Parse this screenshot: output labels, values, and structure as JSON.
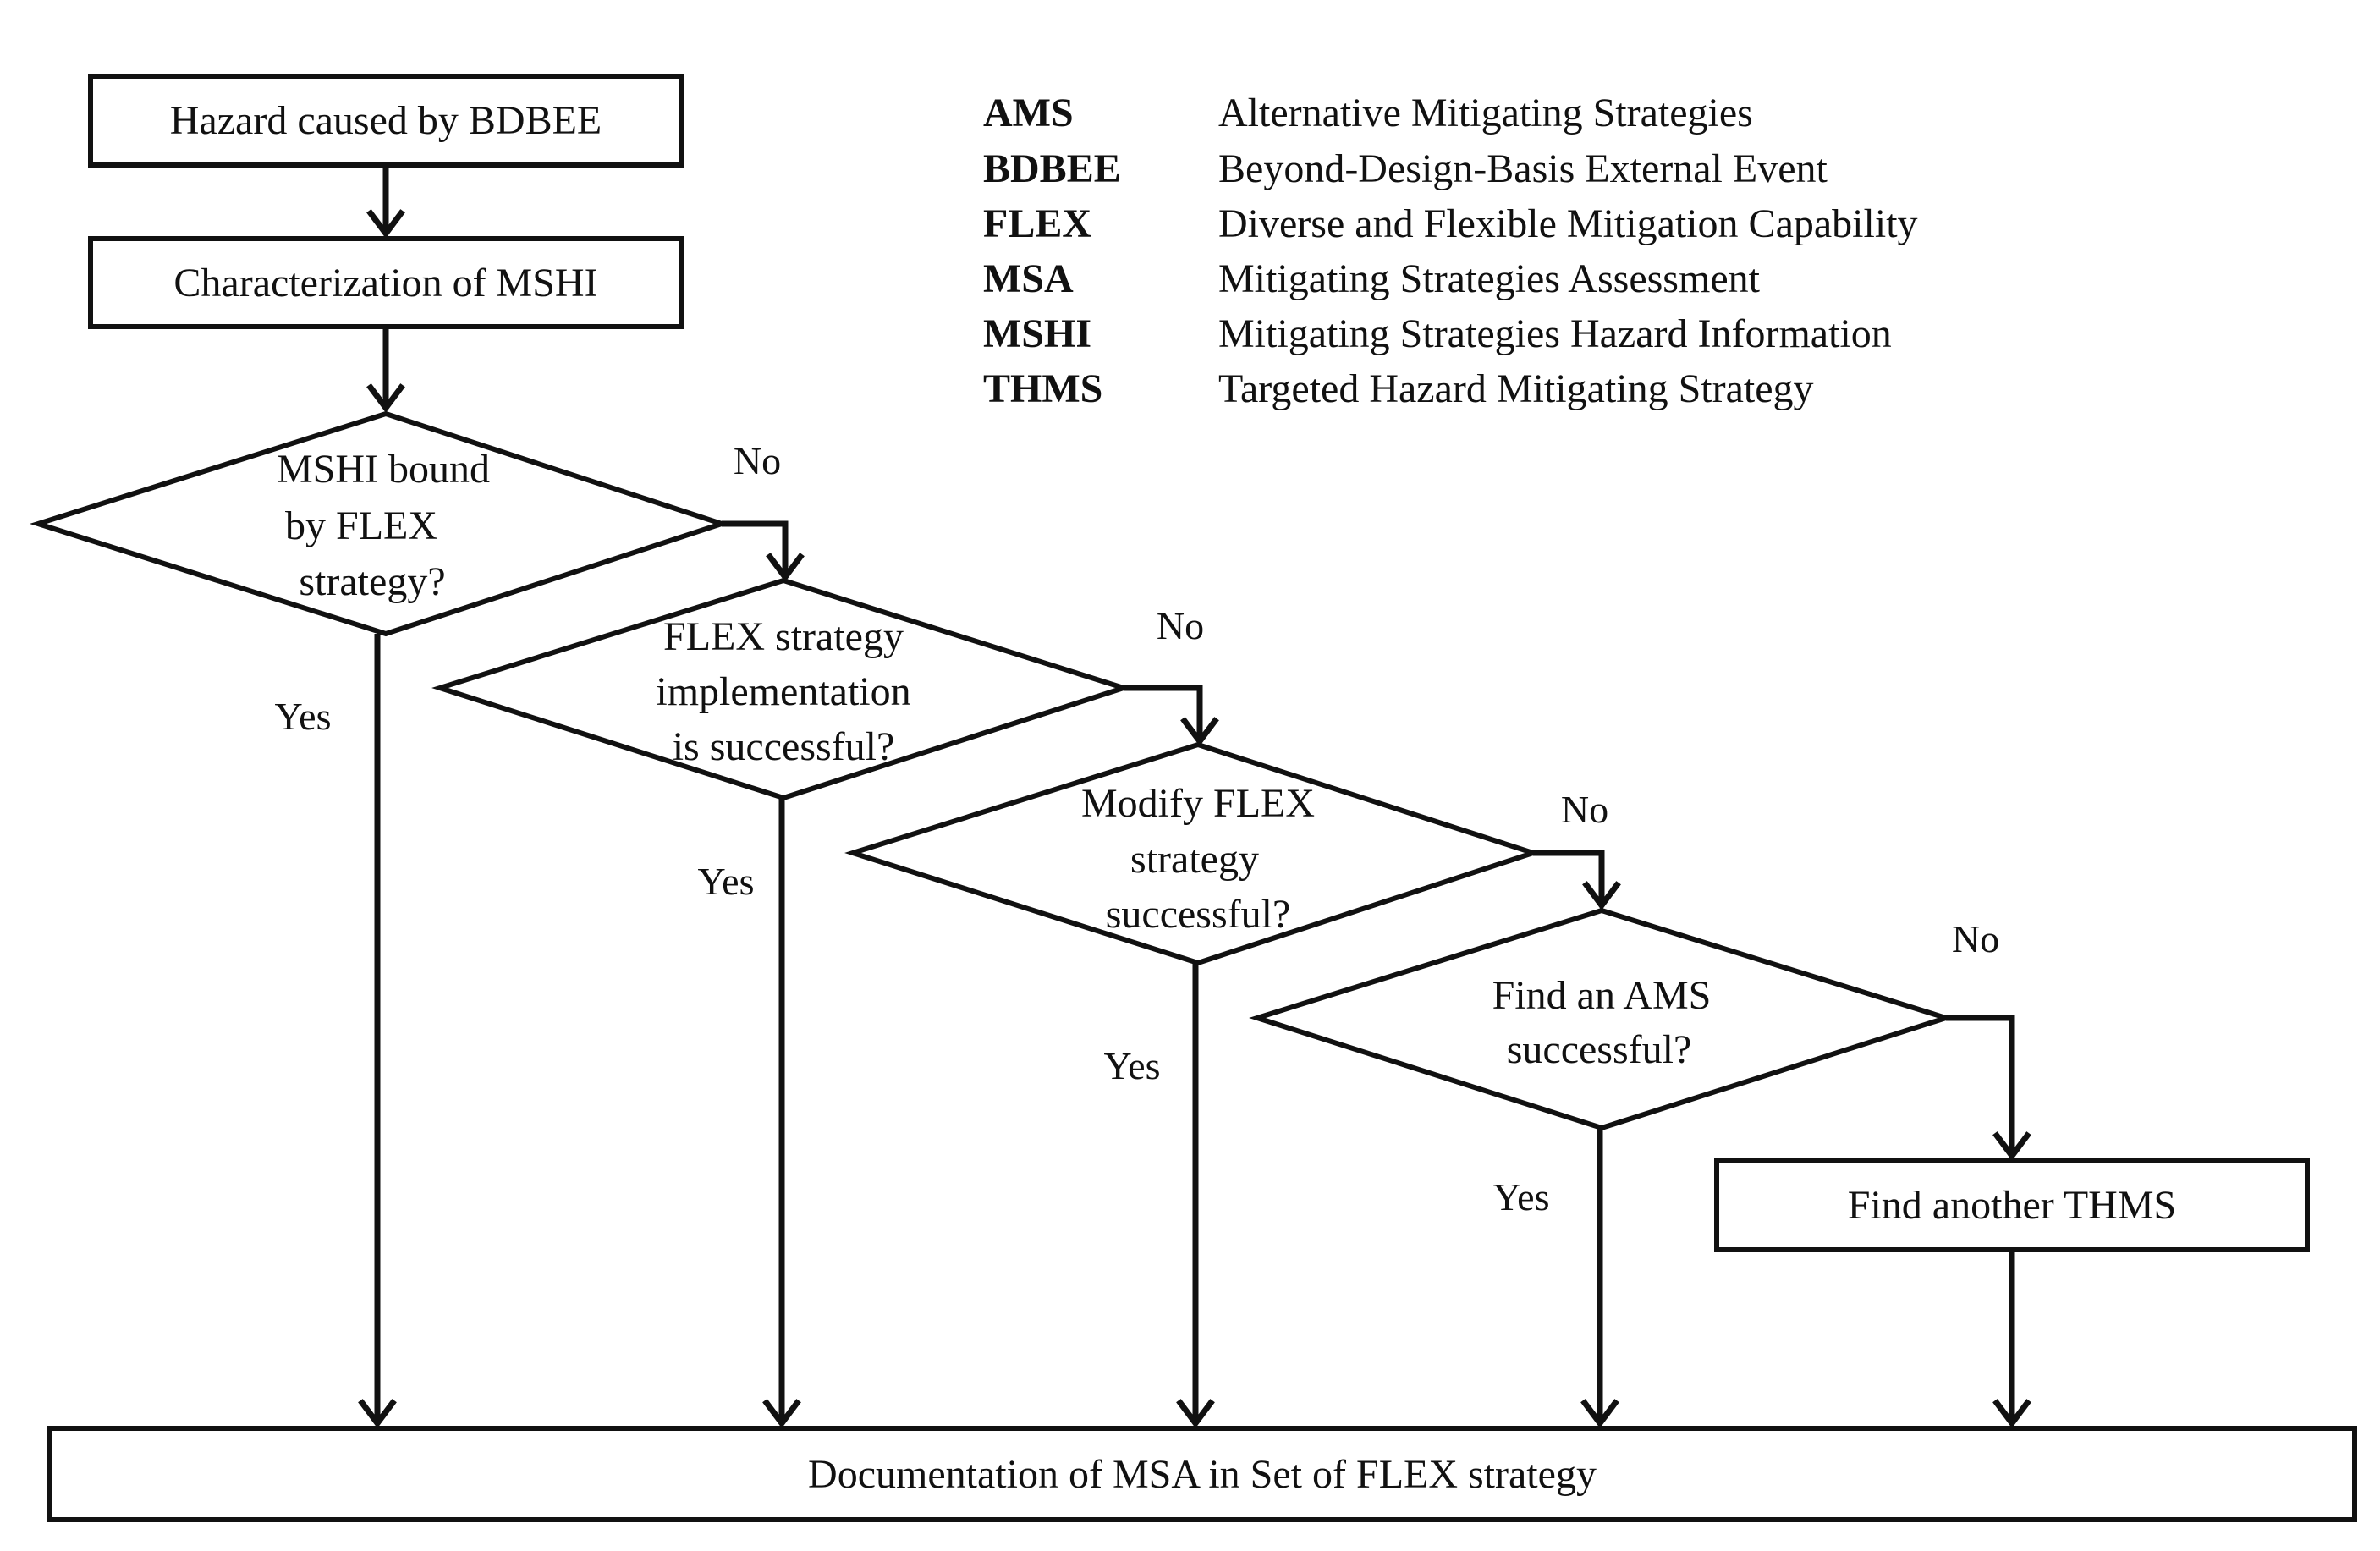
{
  "nodes": {
    "hazard": "Hazard caused by BDBEE",
    "characterization": "Characterization of MSHI",
    "decision1": [
      "MSHI bound",
      "by FLEX",
      "strategy?"
    ],
    "decision2": [
      "FLEX strategy",
      "implementation",
      "is  successful?"
    ],
    "decision3": [
      "Modify FLEX",
      "strategy",
      "successful?"
    ],
    "decision4": [
      "Find an AMS",
      "successful?"
    ],
    "another": "Find another THMS",
    "documentation": "Documentation of MSA in Set of FLEX strategy"
  },
  "labels": {
    "yes": "Yes",
    "no": "No"
  },
  "legend": [
    {
      "abbr": "AMS",
      "definition": "Alternative Mitigating Strategies"
    },
    {
      "abbr": "BDBEE",
      "definition": "Beyond-Design-Basis External Event"
    },
    {
      "abbr": "FLEX",
      "definition": "Diverse and Flexible Mitigation Capability"
    },
    {
      "abbr": "MSA",
      "definition": "Mitigating Strategies Assessment"
    },
    {
      "abbr": "MSHI",
      "definition": "Mitigating Strategies Hazard Information"
    },
    {
      "abbr": "THMS",
      "definition": "Targeted Hazard Mitigating Strategy"
    }
  ]
}
